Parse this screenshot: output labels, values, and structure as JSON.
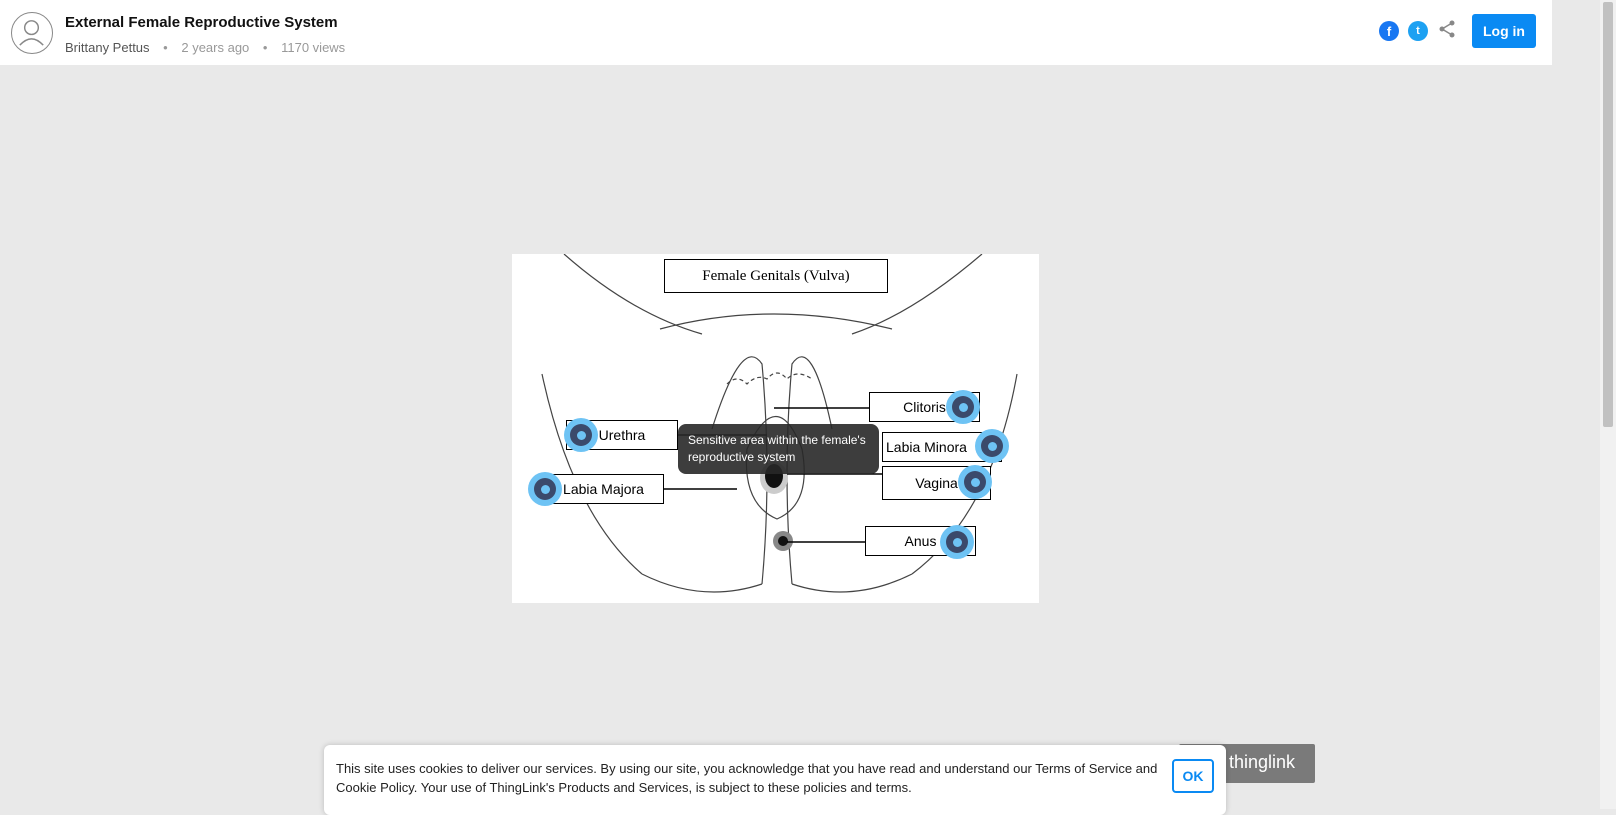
{
  "header": {
    "title": "External Female Reproductive System",
    "author": "Brittany Pettus",
    "age": "2 years ago",
    "views": "1170 views",
    "login_label": "Log in",
    "dot": "•"
  },
  "icons": [
    "facebook-icon",
    "twitter-icon",
    "share-icon"
  ],
  "image": {
    "title": "Female Genitals (Vulva)",
    "labels": {
      "clitoris": "Clitoris",
      "urethra": "Urethra",
      "labia_minora": "Labia Minora",
      "labia_majora": "Labia Majora",
      "vagina": "Vagina",
      "anus": "Anus"
    }
  },
  "tooltip": "Sensitive area within the female's reproductive system",
  "cookie": {
    "text": "This site uses cookies to deliver our services. By using our site, you acknowledge that you have read and understand our Terms of Service and Cookie Policy. Your use of ThingLink's Products and Services, is subject to these policies and terms.",
    "ok": "OK"
  },
  "brand": "thinglink",
  "colors": {
    "accent": "#0a8af3",
    "hotspot": "#6ec3f4"
  }
}
